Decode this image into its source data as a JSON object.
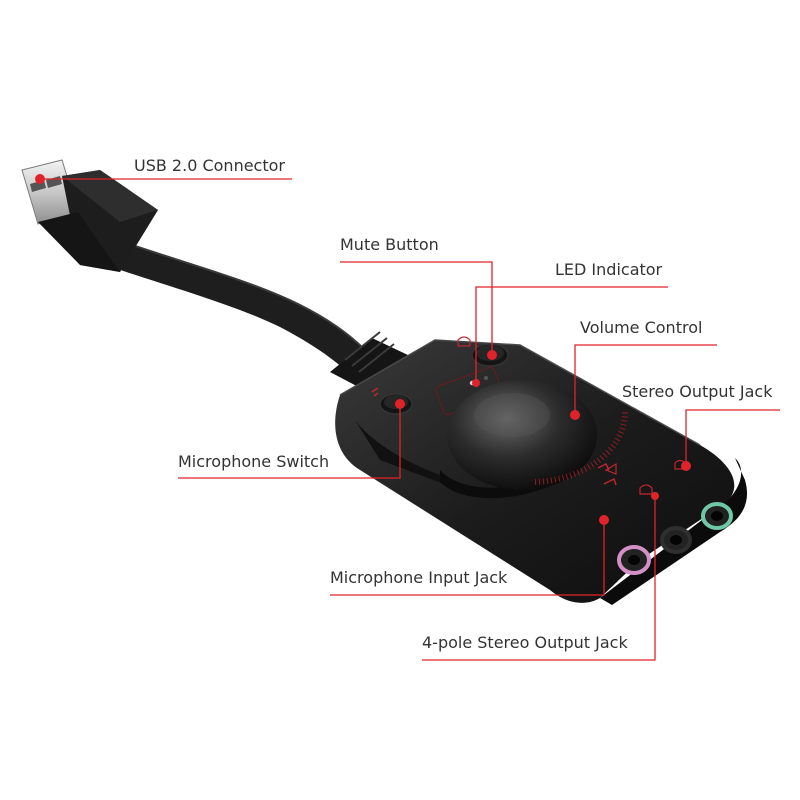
{
  "labels": {
    "usb_connector": "USB 2.0 Connector",
    "mute_button": "Mute Button",
    "led_indicator": "LED Indicator",
    "volume_control": "Volume Control",
    "stereo_output_jack": "Stereo Output Jack",
    "microphone_switch": "Microphone Switch",
    "microphone_input_jack": "Microphone Input Jack",
    "four_pole_output_jack": "4-pole Stereo Output Jack"
  },
  "colors": {
    "callout": "#e0232b",
    "label_text": "#333333",
    "device_body": "#1a1a1a",
    "mic_jack_ring": "#d58fc7",
    "headphone_jack_ring": "#6fc9a6"
  }
}
